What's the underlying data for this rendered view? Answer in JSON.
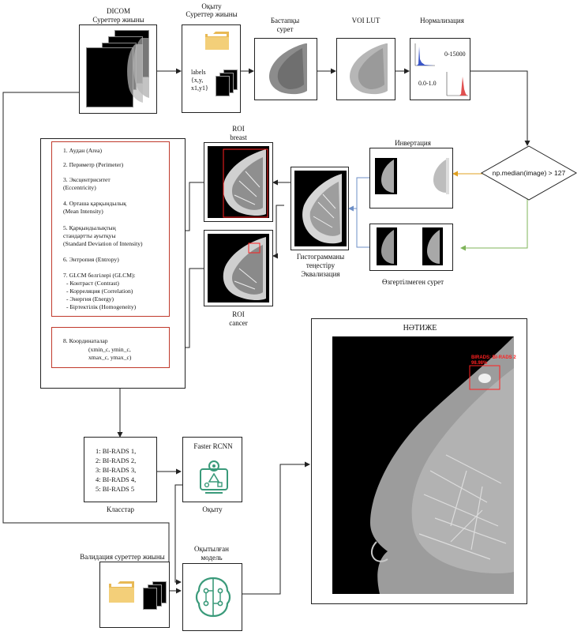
{
  "colors": {
    "line": "#222222",
    "red_box": "#c0392b",
    "arrow_orange": "#e0a020",
    "arrow_blue": "#6d8fc7",
    "arrow_green": "#7fb45a",
    "ai_green": "#3a9a7a",
    "hist_blue": "#3a56c8",
    "hist_red": "#e05050",
    "roi_red": "#ff2020"
  },
  "dicom": {
    "title": "DICOM",
    "subtitle": "Суреттер жиыны"
  },
  "training_set": {
    "title": "Оқыту",
    "subtitle": "Суреттер жиыны",
    "labels_text": [
      "labels",
      "{x,y,",
      "x1,y1}"
    ],
    "folder_icon": "folder-icon"
  },
  "original": {
    "title": "Бастапқы",
    "subtitle": "сурет"
  },
  "voi_lut": {
    "title": "VOI LUT"
  },
  "normalization": {
    "title": "Нормализация",
    "range_raw": "0-15000",
    "range_norm": "0.0-1.0"
  },
  "decision": {
    "condition": "np.median(image) > 127"
  },
  "inversion": {
    "title": "Инвертация"
  },
  "unchanged": {
    "title": "Өзгертілмеген сурет"
  },
  "histogram_eq": {
    "lines": [
      "Гистограмманы",
      "теңестіру",
      "Эквализация"
    ]
  },
  "roi_breast": {
    "title": "ROI",
    "subtitle": "breast"
  },
  "roi_cancer": {
    "title": "ROI",
    "subtitle": "cancer"
  },
  "features": [
    "1. Аудан (Area)",
    "2. Периметр (Perimeter)",
    "3. Эксцентриситет",
    "(Eccentricity)",
    "4. Орташа қарқындылық",
    "(Mean Intensity)",
    "5. Қарқындылықтың",
    "стандартты ауытқуы",
    "(Standard Deviation of Intensity)",
    "6. Энтропия (Entropy)",
    "7. GLCM белгілері (GLCM):",
    "- Контраст (Contrast)",
    "- Корреляция (Correlation)",
    "- Энергия (Energy)",
    "- Біртектілік (Homogeneity)"
  ],
  "coordinates": [
    "8. Координаталар",
    "(xmin_c, ymin_c,",
    "xmax_c, ymax_c)"
  ],
  "classes": {
    "items": [
      "1: BI-RADS 1,",
      "2: BI-RADS 2,",
      "3: BI-RADS 3,",
      "4: BI-RADS 4,",
      "5: BI-RADS 5"
    ],
    "caption": "Класстар"
  },
  "faster_rcnn": {
    "title": "Faster RCNN",
    "caption": "Оқыту",
    "icon": "ai-training-icon"
  },
  "validation": {
    "caption": "Валидация суреттер жиыны",
    "folder_icon": "folder-icon"
  },
  "trained_model": {
    "title": "Оқытылған",
    "subtitle": "модель",
    "icon": "ai-brain-icon"
  },
  "result": {
    "title": "НӘТИЖЕ",
    "detection_label": "BIRADS: BI-RADS 2",
    "score": "98.98%"
  }
}
